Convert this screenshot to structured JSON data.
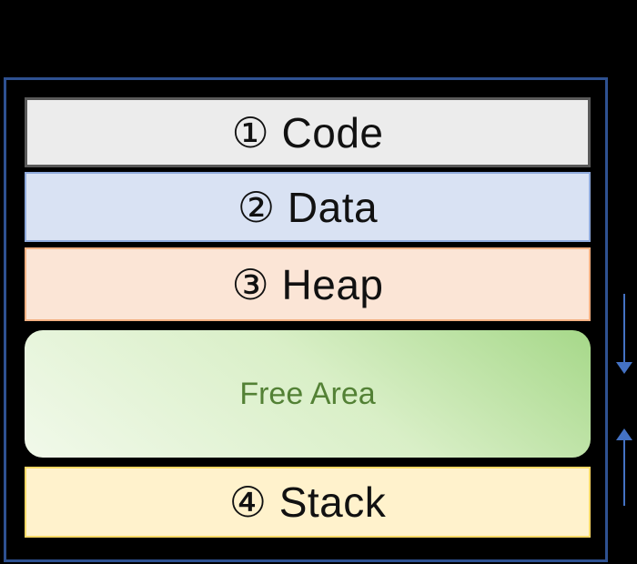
{
  "canvas": {
    "background_color": "#000000"
  },
  "memory_map": {
    "frame_border_color": "#2e5191",
    "sections": [
      {
        "id": "code",
        "label": "① Code",
        "fill": "#ececec",
        "border": "#595959",
        "text_color": "#111111"
      },
      {
        "id": "data",
        "label": "② Data",
        "fill": "#d9e2f3",
        "border": "#8faadc",
        "text_color": "#111111"
      },
      {
        "id": "heap",
        "label": "③ Heap",
        "fill": "#fbe5d6",
        "border": "#f4b183",
        "text_color": "#111111"
      },
      {
        "id": "free",
        "label": "Free Area",
        "fill_gradient_start": "#f1f9ea",
        "fill_gradient_end": "#a6d889",
        "text_color": "#538135"
      },
      {
        "id": "stack",
        "label": "④ Stack",
        "fill": "#fff2cc",
        "border": "#ffd966",
        "text_color": "#111111"
      }
    ],
    "arrows": {
      "color": "#4472c4",
      "down_direction": "down",
      "up_direction": "up"
    }
  }
}
